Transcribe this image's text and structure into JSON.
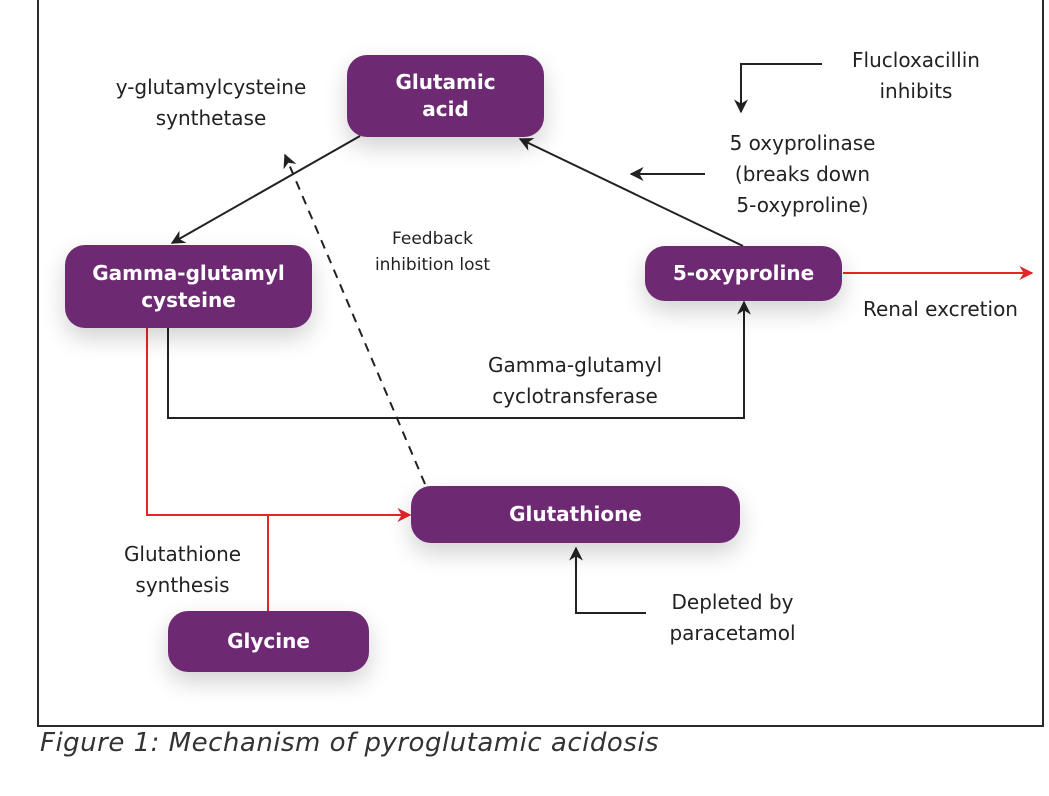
{
  "colors": {
    "node_fill": "#6d2a73",
    "node_text": "#ffffff",
    "arrow": "#222222",
    "red_arrow": "#e32626"
  },
  "nodes": {
    "glutamic_acid": "Glutamic\nacid",
    "gamma_glutamyl_cysteine": "Gamma-glutamyl\ncysteine",
    "five_oxyproline": "5-oxyproline",
    "glutathione": "Glutathione",
    "glycine": "Glycine"
  },
  "labels": {
    "synthetase": "y-glutamylcysteine\nsynthetase",
    "flucloxacillin": "Flucloxacillin\ninhibits",
    "oxyprolinase": "5 oxyprolinase\n(breaks down\n5-oxyproline)",
    "feedback": "Feedback\ninhibition lost",
    "renal": "Renal excretion",
    "cyclotransferase": "Gamma-glutamyl\ncyclotransferase",
    "glutathione_synthesis": "Glutathione\nsynthesis",
    "paracetamol": "Depleted by\nparacetamol"
  },
  "edges": [
    {
      "from": "Glutamic acid",
      "to": "Gamma-glutamyl cysteine",
      "style": "solid"
    },
    {
      "from": "5-oxyproline",
      "to": "Glutamic acid",
      "style": "solid"
    },
    {
      "from": "Gamma-glutamyl cysteine",
      "to": "5-oxyproline",
      "style": "solid"
    },
    {
      "from": "Gamma-glutamyl cysteine",
      "to": "Glutathione",
      "style": "red"
    },
    {
      "from": "Glycine",
      "to": "Glutathione",
      "style": "red"
    },
    {
      "from": "5-oxyproline",
      "to": "Renal excretion",
      "style": "red"
    },
    {
      "from": "Glutathione",
      "to": "y-glutamylcysteine synthetase",
      "style": "dashed"
    },
    {
      "from": "Flucloxacillin",
      "to": "5 oxyprolinase",
      "style": "solid"
    },
    {
      "from": "Depleted by paracetamol",
      "to": "Glutathione",
      "style": "solid"
    }
  ],
  "caption": "Figure 1: Mechanism of pyroglutamic acidosis"
}
